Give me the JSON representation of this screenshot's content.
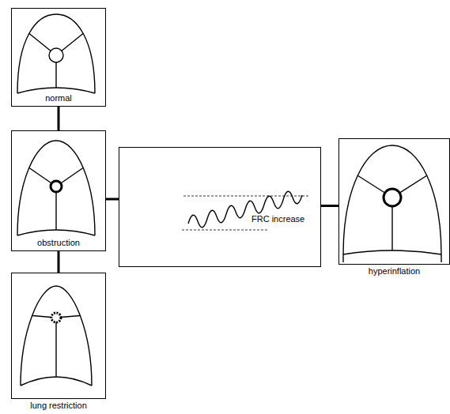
{
  "diagram": {
    "nodes": [
      {
        "text": [
          "normal"
        ]
      },
      {
        "text": [
          "obstruction"
        ]
      },
      {
        "text": [
          "lung restriction"
        ]
      },
      {
        "text": [
          "FRC increase"
        ]
      },
      {
        "text": [
          "hyperinflation"
        ]
      }
    ],
    "edges": [
      {
        "from": 0,
        "to": 1,
        "arrow": "none"
      },
      {
        "from": 1,
        "to": 2,
        "arrow": "none"
      },
      {
        "from": 1,
        "to": 3,
        "arrow": "none"
      },
      {
        "from": 3,
        "to": 4,
        "arrow": "none"
      }
    ]
  }
}
